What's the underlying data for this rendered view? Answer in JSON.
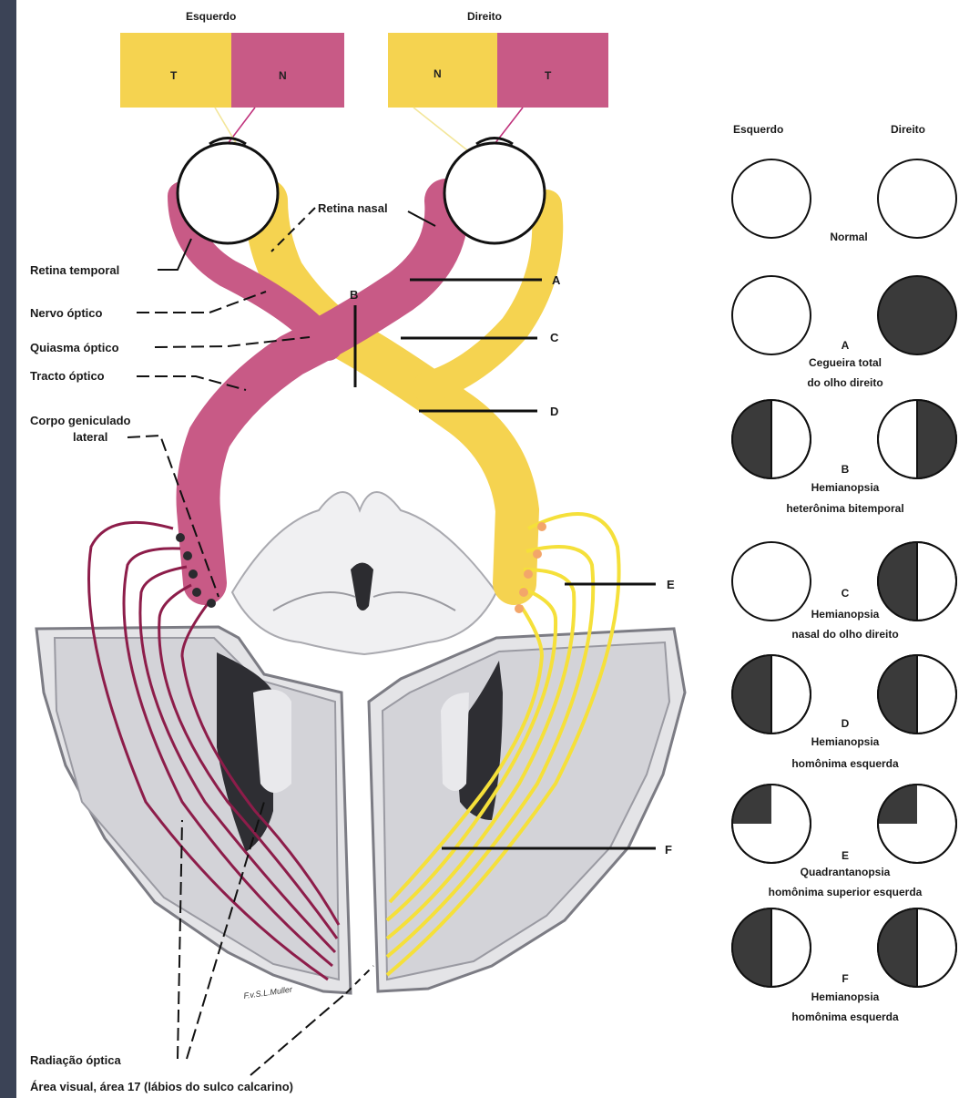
{
  "header": {
    "left_label": "Esquerdo",
    "right_label": "Direito"
  },
  "visual_fields": {
    "left_box": [
      "T",
      "N"
    ],
    "right_box": [
      "N",
      "T"
    ],
    "colors": {
      "temporal_yellow": "#f5d350",
      "nasal_magenta": "#c85a86"
    }
  },
  "anatomy_labels": {
    "retina_nasal": "Retina nasal",
    "retina_temporal": "Retina temporal",
    "nervo_optico": "Nervo óptico",
    "quiasma": "Quiasma óptico",
    "tracto": "Tracto óptico",
    "corpo_line1": "Corpo geniculado",
    "corpo_line2": "lateral",
    "radiacao": "Radiação óptica",
    "area_visual": "Área visual, área 17 (lábios do sulco calcarino)",
    "signature": "F.v.S.L.Muller"
  },
  "lesion_letters": {
    "A": "A",
    "B": "B",
    "C": "C",
    "D": "D",
    "E": "E",
    "F": "F"
  },
  "defects": {
    "header_left": "Esquerdo",
    "header_right": "Direito",
    "rows": [
      {
        "letter": "",
        "line1": "Normal",
        "line2": ""
      },
      {
        "letter": "A",
        "line1": "Cegueira total",
        "line2": "do olho direito"
      },
      {
        "letter": "B",
        "line1": "Hemianopsia",
        "line2": "heterônima bitemporal"
      },
      {
        "letter": "C",
        "line1": "Hemianopsia",
        "line2": "nasal do olho direito"
      },
      {
        "letter": "D",
        "line1": "Hemianopsia",
        "line2": "homônima esquerda"
      },
      {
        "letter": "E",
        "line1": "Quadrantanopsia",
        "line2": "homônima superior esquerda"
      },
      {
        "letter": "F",
        "line1": "Hemianopsia",
        "line2": "homônima esquerda"
      }
    ]
  }
}
